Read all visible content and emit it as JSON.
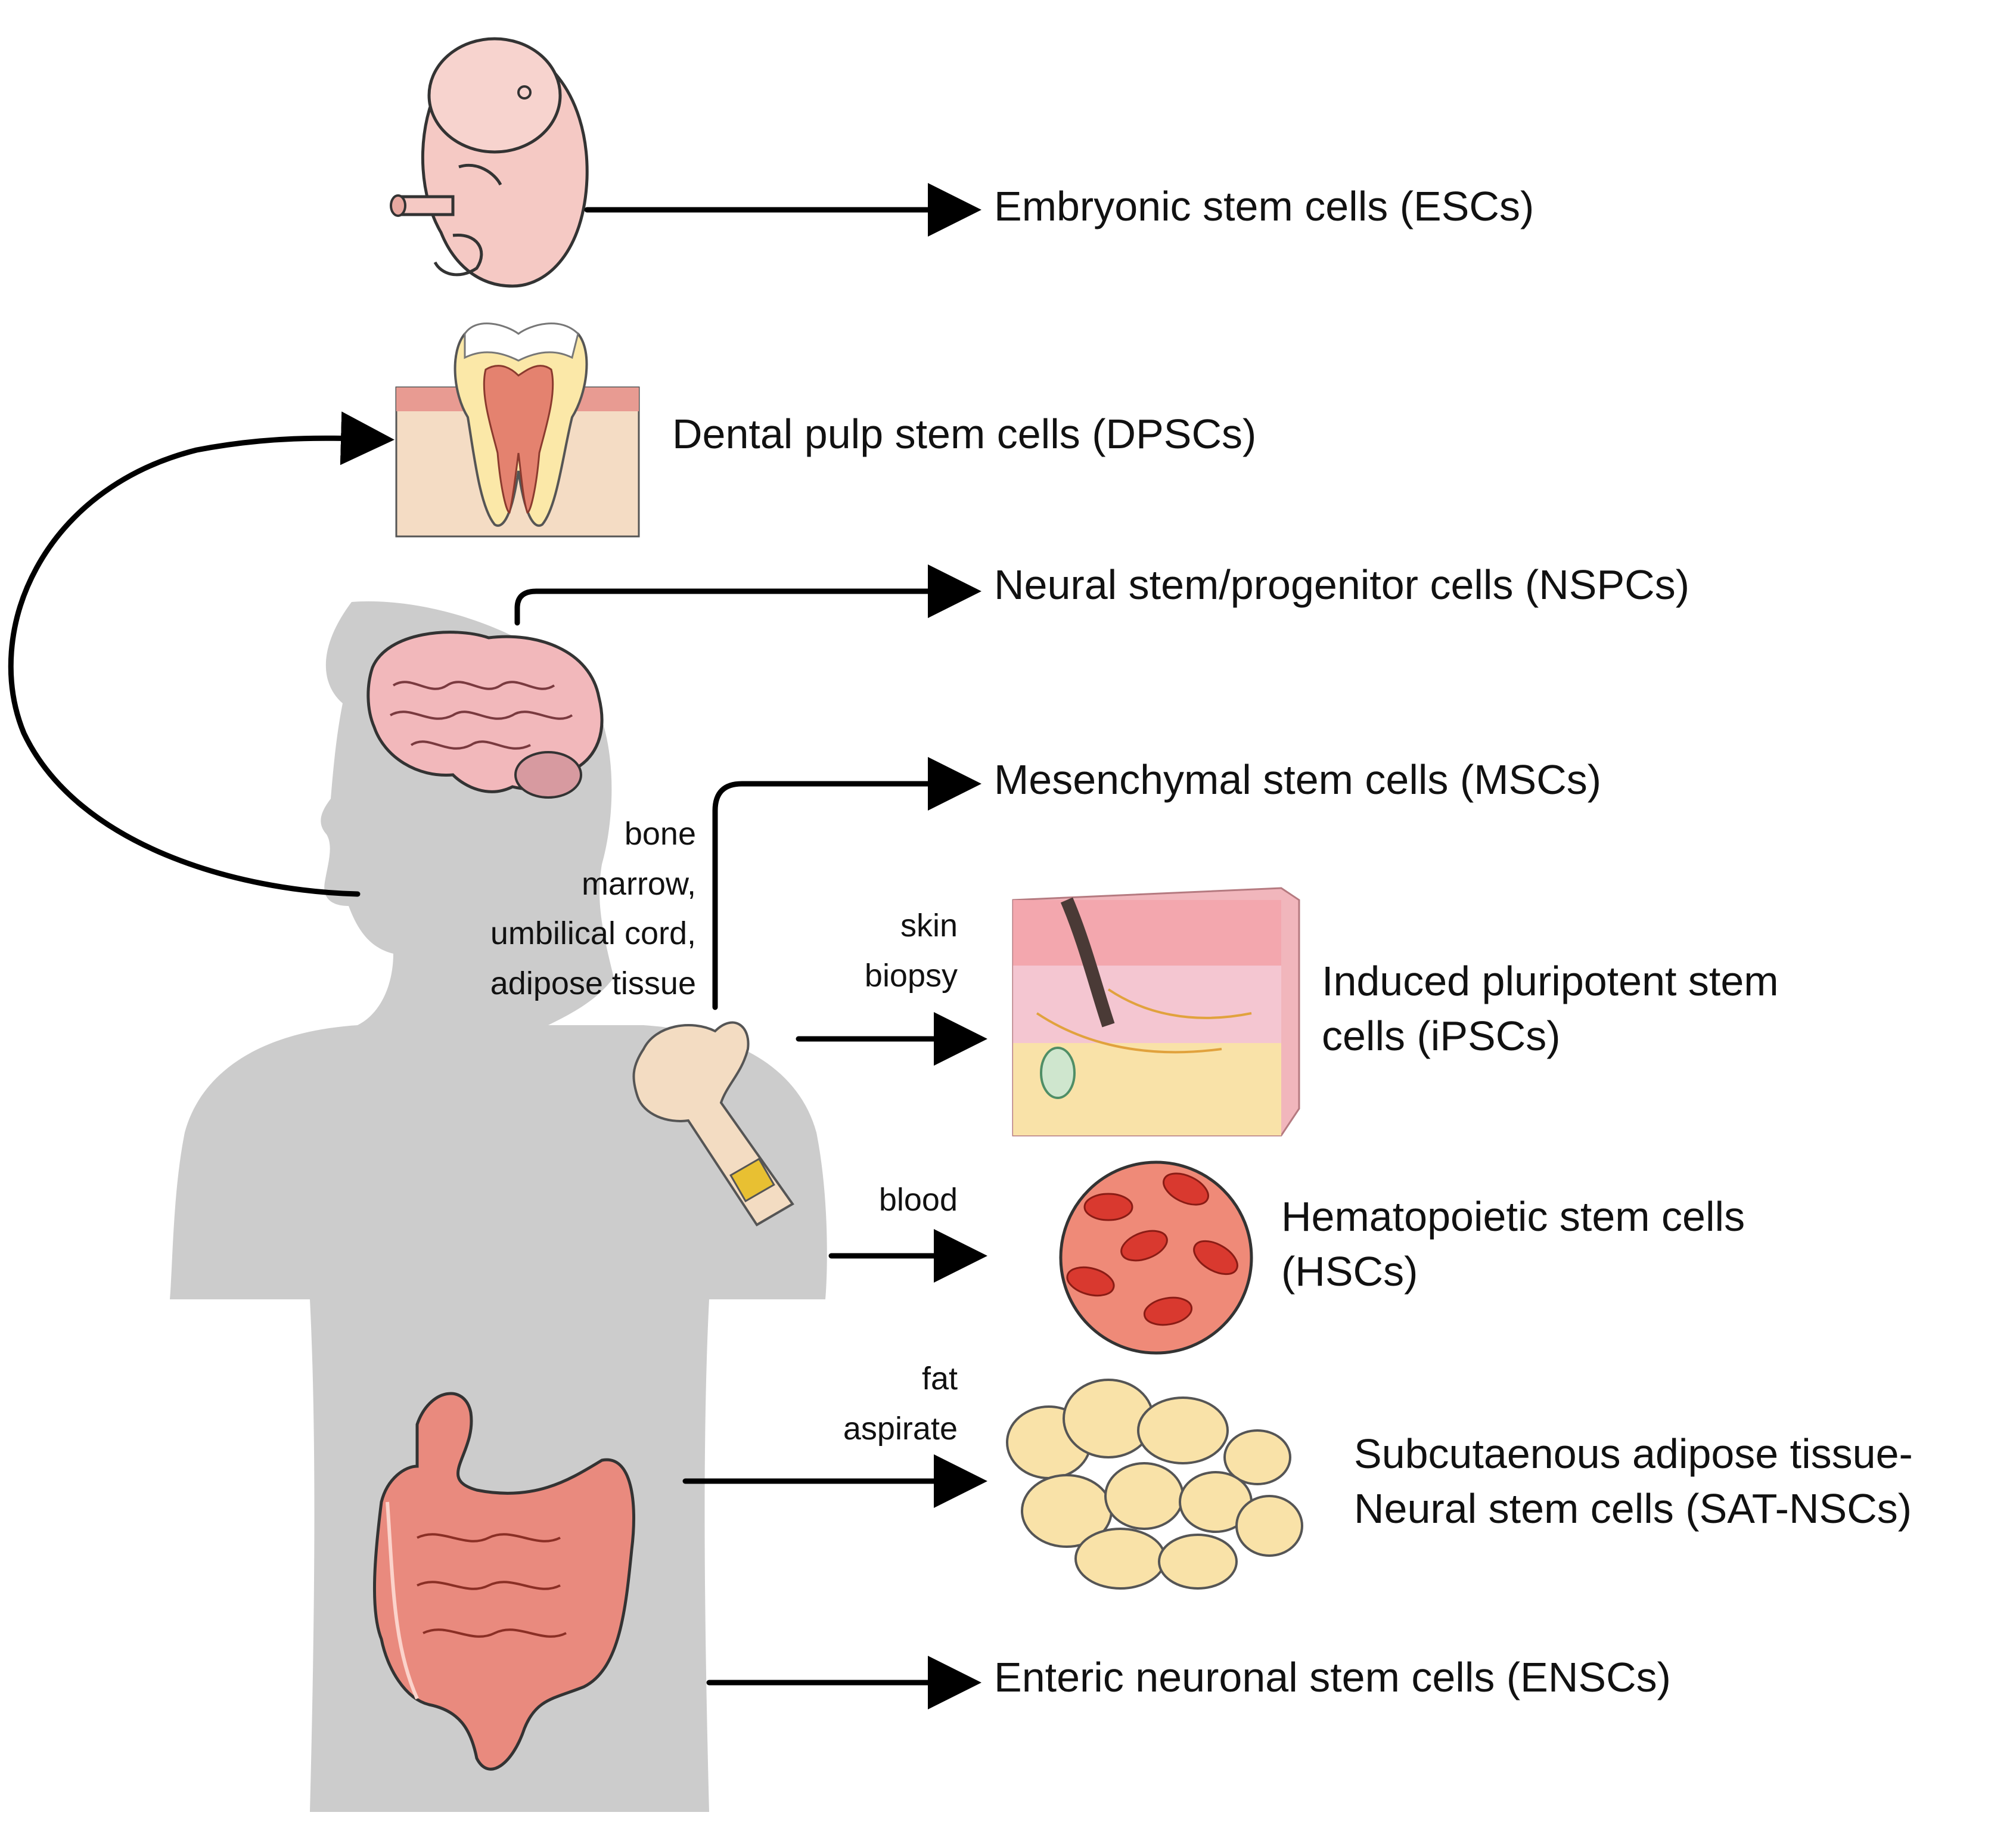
{
  "colors": {
    "silhouette": "#cccccc",
    "arrow": "#000000",
    "text": "#111111",
    "skin_pink": "#f5c9c4",
    "brain_pink": "#f2b8bb",
    "intestine": "#e98a7e",
    "blood_red": "#d9392f",
    "blood_bg": "#ef8a78",
    "fat_cell": "#f9e2a8",
    "bone": "#f3dcc2"
  },
  "icons": {
    "embryo": "embryo-icon",
    "tooth": "tooth-icon",
    "brain": "brain-icon",
    "bone": "bone-marrow-icon",
    "skin": "skin-block-icon",
    "blood": "blood-cells-icon",
    "fat": "adipocytes-icon",
    "intestine": "intestine-icon",
    "body": "human-silhouette"
  },
  "labels": {
    "esc": "Embryonic stem cells (ESCs)",
    "dpsc": "Dental pulp stem cells (DPSCs)",
    "nspc": "Neural stem/progenitor cells (NSPCs)",
    "msc": "Mesenchymal stem cells (MSCs)",
    "ipsc_line1": "Induced pluripotent stem",
    "ipsc_line2": "cells (iPSCs)",
    "hsc_line1": "Hematopoietic stem cells",
    "hsc_line2": "(HSCs)",
    "sat_line1": "Subcutaenous adipose tissue-",
    "sat_line2": "Neural stem cells (SAT-NSCs)",
    "ensc": "Enteric neuronal stem cells (ENSCs)"
  },
  "sources": {
    "msc_line1": "bone",
    "msc_line2": "marrow,",
    "msc_line3": "umbilical cord,",
    "msc_line4": "adipose tissue",
    "skin_line1": "skin",
    "skin_line2": "biopsy",
    "blood": "blood",
    "fat_line1": "fat",
    "fat_line2": "aspirate"
  }
}
